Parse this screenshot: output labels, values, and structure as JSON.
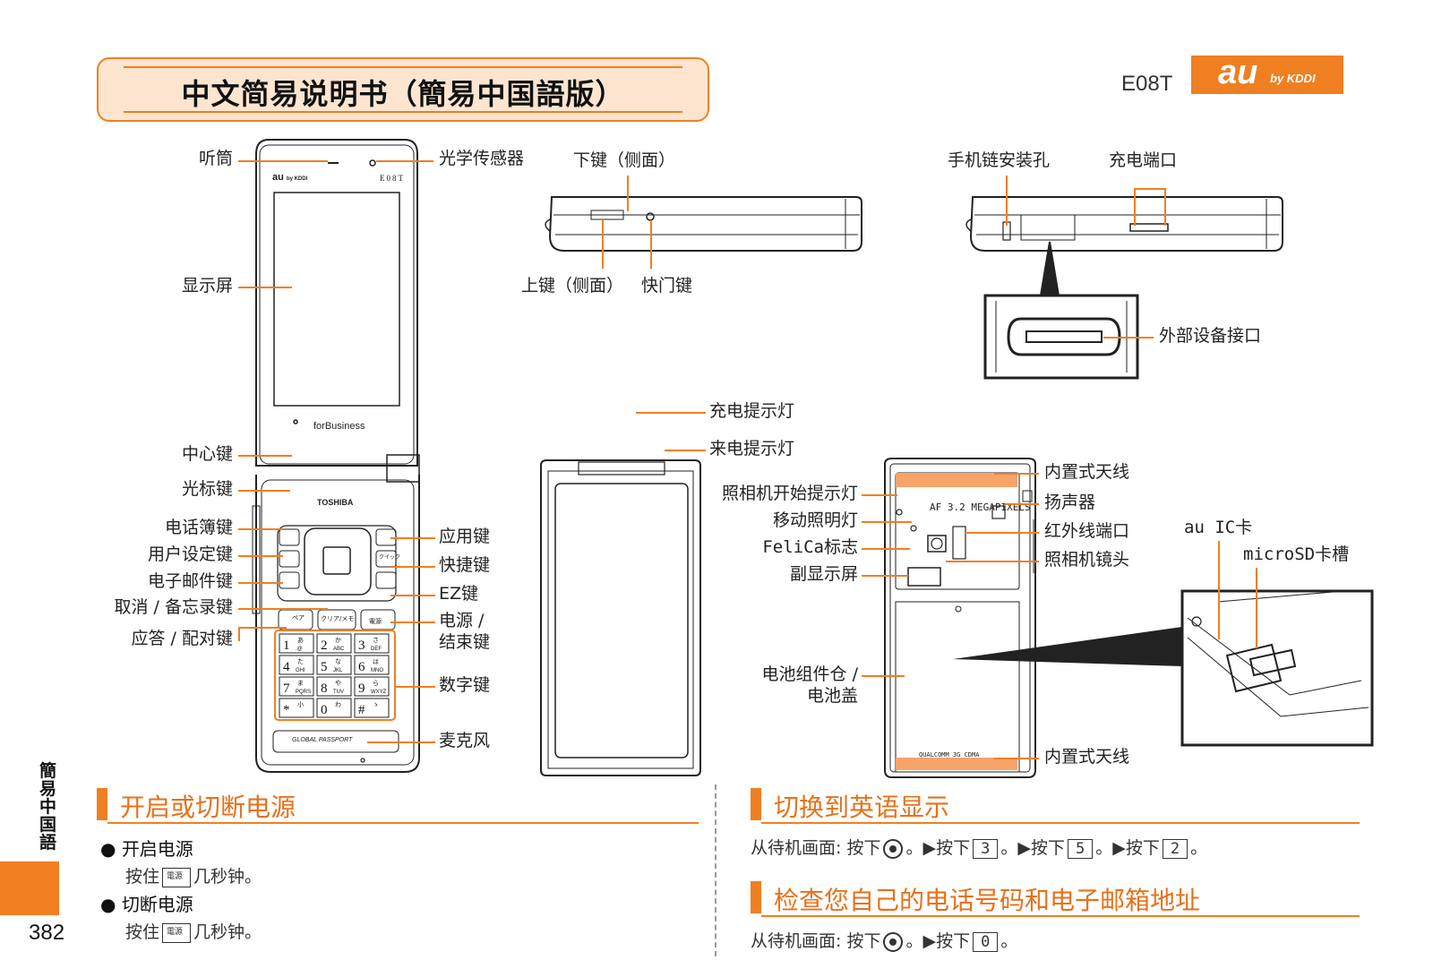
{
  "header": {
    "title": "中文简易说明书（簡易中国語版）",
    "model": "E08T",
    "logo_main": "au",
    "logo_sub": "by KDDI",
    "accent_color": "#f07f22"
  },
  "phone_labels": {
    "earpiece": "听筒",
    "light_sensor": "光学传感器",
    "display": "显示屏",
    "center_key": "中心键",
    "cursor_key": "光标键",
    "phonebook_key": "电话簿键",
    "user_settings_key": "用户设定键",
    "email_key": "电子邮件键",
    "cancel_memo_key": "取消 / 备忘录键",
    "answer_pair_key": "应答 / 配对键",
    "app_key": "应用键",
    "shortcut_key": "快捷键",
    "ez_key": "EZ键",
    "power_end_key_1": "电源 /",
    "power_end_key_2": "结束键",
    "number_keys": "数字键",
    "microphone": "麦克风"
  },
  "phone_prints": {
    "au": "au",
    "by": "by KDDI",
    "model": "E08T",
    "forbusiness": "forBusiness",
    "toshiba": "TOSHIBA",
    "global": "GLOBAL PASSPORT",
    "keys": [
      "1",
      "2",
      "3",
      "4",
      "5",
      "6",
      "7",
      "8",
      "9",
      "*",
      "0",
      "#"
    ],
    "key_subs": [
      ".@",
      "ABC",
      "DEF",
      "GHI",
      "JKL",
      "MNO",
      "PQRS",
      "TUV",
      "WXYZ",
      "",
      "",
      ""
    ],
    "key_kana": [
      "あ",
      "か",
      "さ",
      "た",
      "な",
      "は",
      "ま",
      "や",
      "ら",
      "小",
      "わ",
      "ゝ"
    ],
    "pair": "ペア",
    "clear_memo": "クリア/メモ",
    "power": "電源",
    "quick": "クイック"
  },
  "side_labels": {
    "down_key": "下键（侧面）",
    "up_key": "上键（侧面）",
    "shutter_key": "快门键",
    "strap_hole": "手机链安装孔",
    "charge_port": "充电端口",
    "external_port": "外部设备接口"
  },
  "back_labels": {
    "charge_led": "充电提示灯",
    "incoming_led": "来电提示灯",
    "internal_antenna_top": "内置式天线",
    "camera_start_led": "照相机开始提示灯",
    "speaker": "扬声器",
    "mobile_light": "移动照明灯",
    "infrared_port": "红外线端口",
    "felica_mark": "FeliCa标志",
    "camera_lens": "照相机镜头",
    "sub_display": "副显示屏",
    "battery_1": "电池组件仓 /",
    "battery_2": "电池盖",
    "internal_antenna_bottom": "内置式天线",
    "au_ic_card": "au IC卡",
    "microsd_slot": "microSD卡槽",
    "camera_print": "AF 3.2 MEGAPIXELS",
    "qualcomm_print": "QUALCOMM 3G CDMA"
  },
  "section_power": {
    "heading": "开启或切断电源",
    "on_title": "开启电源",
    "on_text_1": "按住",
    "on_text_2": "几秒钟。",
    "off_title": "切断电源",
    "off_text_1": "按住",
    "off_text_2": "几秒钟。",
    "key_label": "電源"
  },
  "section_english": {
    "heading": "切换到英语显示",
    "t1": "从待机画面: 按下",
    "t2": "。▶按下",
    "k1": "3",
    "t3": "。▶按下",
    "k2": "5",
    "t4": "。▶按下",
    "k3": "2",
    "t5": "。"
  },
  "section_number": {
    "heading": "检查您自己的电话号码和电子邮箱地址",
    "t1": "从待机画面: 按下",
    "t2": "。▶按下",
    "k1": "0",
    "t3": "。"
  },
  "side_tab": {
    "text": "簡易中国語",
    "page": "382"
  }
}
